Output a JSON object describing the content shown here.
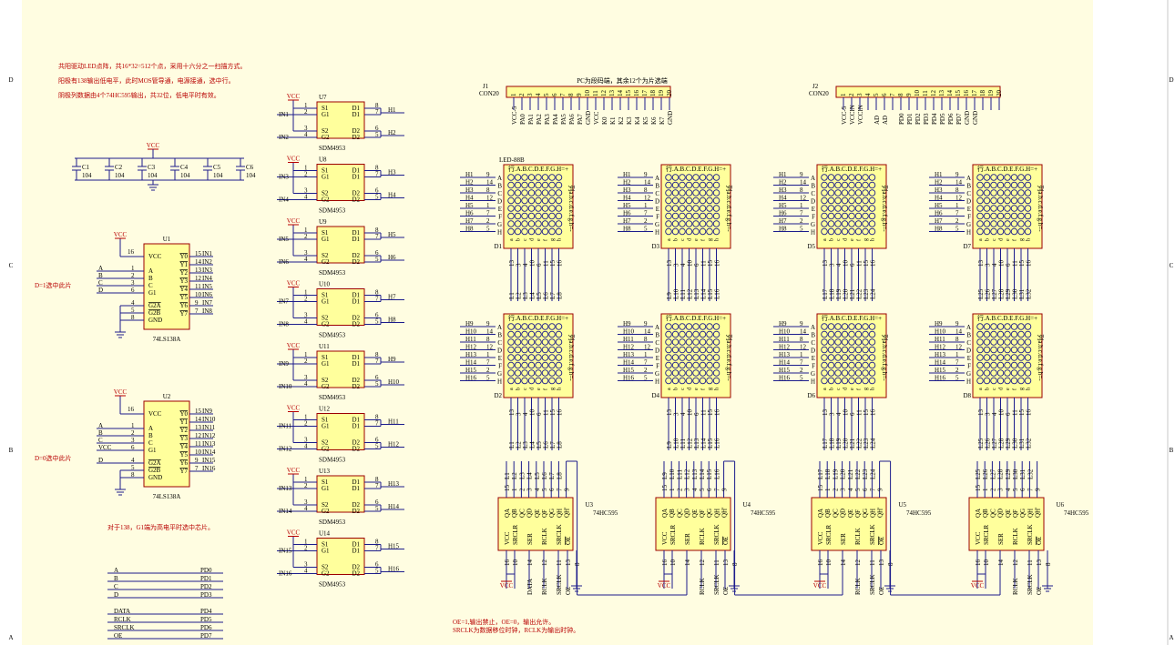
{
  "notes": {
    "top": [
      "共阳驱动LED点阵，共16*32=512个点，采用十六分之一扫描方式。",
      "阳极有138输出低电平，此时MOS管导通，电源接通，选中行。",
      "阴极列数据由4个74HC595输出，共32位，低电平时有效。"
    ],
    "d1": "D=1选中此片",
    "d0": "D=0选中此片",
    "g1": "对于138，G1端为高电平时选中芯片。",
    "bottom": [
      "OE=1,输出禁止，OE=0，输出允许。",
      "SRCLK为数据移位时钟，RCLK为输出时钟。"
    ],
    "j1_title": "PC为段码端，其余12个为片选端"
  },
  "border": {
    "left": [
      "D",
      "C",
      "B",
      "A"
    ],
    "right": [
      "D",
      "C",
      "B",
      "A"
    ]
  },
  "power": {
    "vcc": "VCC"
  },
  "caps": [
    {
      "ref": "C1",
      "val": "104"
    },
    {
      "ref": "C2",
      "val": "104"
    },
    {
      "ref": "C3",
      "val": "104"
    },
    {
      "ref": "C4",
      "val": "104"
    },
    {
      "ref": "C5",
      "val": "104"
    },
    {
      "ref": "C6",
      "val": "104"
    }
  ],
  "decoder_pins": [
    "A",
    "B",
    "C",
    "G1",
    "G2A",
    "G2B",
    "GND"
  ],
  "decoders": [
    {
      "ref": "U1",
      "name": "74LS138A",
      "inputs": [
        "A",
        "B",
        "C",
        "D"
      ],
      "outs": [
        "IN1",
        "IN2",
        "IN3",
        "IN4",
        "IN5",
        "IN6",
        "IN7",
        "IN8"
      ]
    },
    {
      "ref": "U2",
      "name": "74LS138A",
      "inputs": [
        "A",
        "B",
        "C",
        "VCC",
        "D"
      ],
      "outs": [
        "IN9",
        "IN10",
        "IN11",
        "IN12",
        "IN13",
        "IN14",
        "IN15",
        "IN16"
      ]
    }
  ],
  "dec_out": {
    "labels": [
      "Y0",
      "Y1",
      "Y2",
      "Y3",
      "Y4",
      "Y5",
      "Y6",
      "Y7"
    ],
    "pins": [
      "15",
      "14",
      "13",
      "12",
      "11",
      "10",
      "9",
      "7"
    ]
  },
  "mosfet": {
    "name": "SDM4953",
    "refs": [
      "U7",
      "U8",
      "U9",
      "U10",
      "U11",
      "U12",
      "U13",
      "U14"
    ],
    "pins_left": [
      "S1",
      "G1",
      "S2",
      "G2"
    ],
    "pins_right": [
      "D1",
      "D1",
      "D2",
      "D2"
    ]
  },
  "headers": [
    {
      "ref": "J1",
      "name": "CON20",
      "labels": [
        "VCC-5",
        "PA0",
        "PA1",
        "PA2",
        "PA3",
        "PA4",
        "PA5",
        "PA6",
        "PA7",
        "GND",
        "VCC",
        "K0",
        "K1",
        "K2",
        "K3",
        "K4",
        "K5",
        "K6",
        "K7",
        "GND"
      ]
    },
    {
      "ref": "J2",
      "name": "CON20",
      "labels": [
        "VCC-5",
        "VCCIN",
        "VCCIN",
        "",
        "AD",
        "AD",
        "",
        "PD0",
        "PD1",
        "PD2",
        "PD3",
        "PD4",
        "PD5",
        "PD6",
        "PD7",
        "GND",
        "GND",
        "",
        "",
        ""
      ]
    }
  ],
  "matrix": {
    "title": "LED-88B",
    "row_label": "行.A.B.C.D.E.F.G.H=+",
    "col_label": "列a.b.c.d.e.f.g.h=-",
    "rows": [
      "A",
      "B",
      "C",
      "D",
      "E",
      "F",
      "G",
      "H"
    ],
    "cols": [
      "a",
      "b",
      "c",
      "d",
      "e",
      "f",
      "g",
      "h"
    ],
    "row_pins": [
      "9",
      "14",
      "8",
      "12",
      "1",
      "7",
      "2",
      "5"
    ],
    "col_pins": [
      "13",
      "3",
      "4",
      "10",
      "6",
      "11",
      "15",
      "16"
    ],
    "refs_top": [
      "D1",
      "D3",
      "D5",
      "D7"
    ],
    "refs_bottom": [
      "D2",
      "D4",
      "D6",
      "D8"
    ]
  },
  "shift": {
    "name": "74HC595",
    "refs": [
      "U3",
      "U4",
      "U5",
      "U6"
    ],
    "pins_top": [
      "QA",
      "QB",
      "QC",
      "QD",
      "QE",
      "QF",
      "QG",
      "QH",
      "QH'"
    ],
    "pins_bottom": [
      "VCC",
      "SRCLR",
      "SER",
      "RCLK",
      "SRCLK",
      "OE",
      "GND"
    ]
  },
  "io": [
    {
      "sig": "A",
      "port": "PD0"
    },
    {
      "sig": "B",
      "port": "PD1"
    },
    {
      "sig": "C",
      "port": "PD2"
    },
    {
      "sig": "D",
      "port": "PD3"
    },
    {
      "sig": "DATA",
      "port": "PD4"
    },
    {
      "sig": "RCLK",
      "port": "PD5"
    },
    {
      "sig": "SRCLK",
      "port": "PD6"
    },
    {
      "sig": "OE",
      "port": "PD7"
    }
  ]
}
